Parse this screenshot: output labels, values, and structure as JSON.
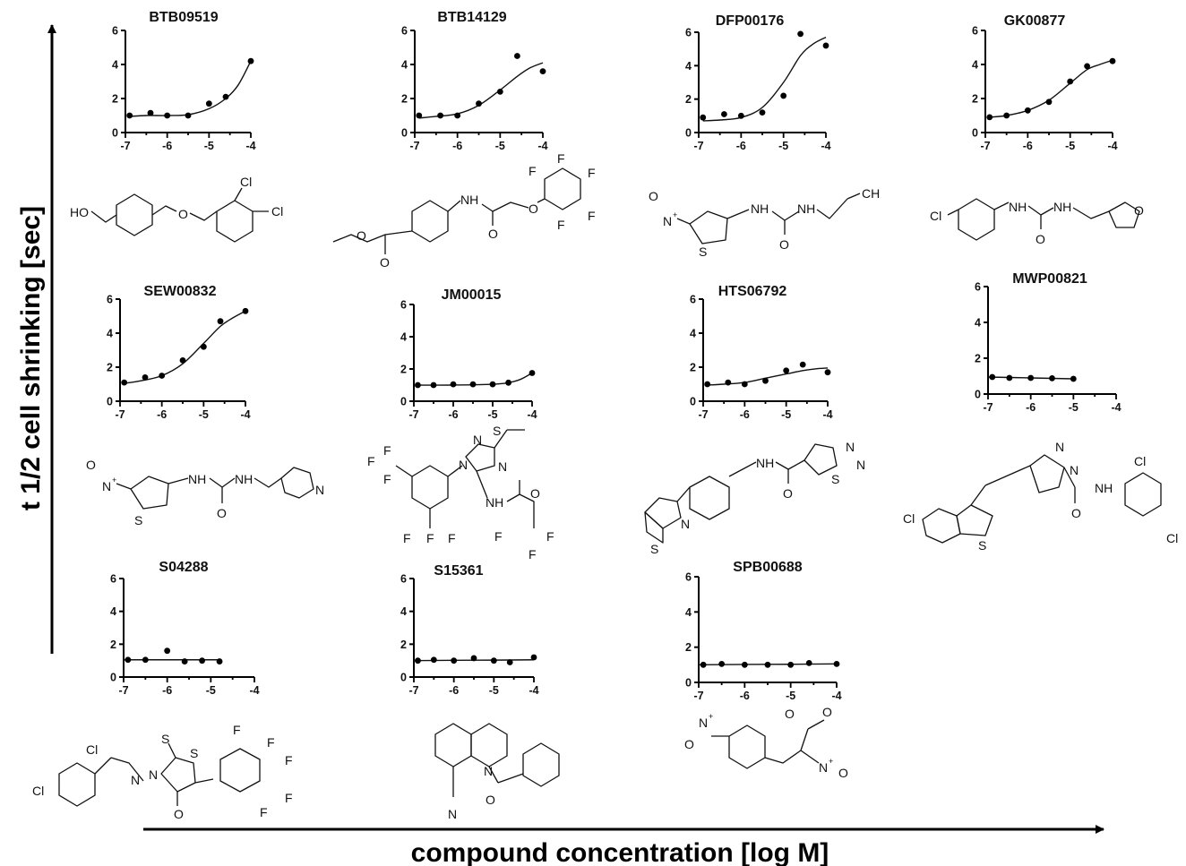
{
  "figure": {
    "ylabel": "t 1/2 cell shrinking [sec]",
    "xlabel": "compound concentration [log M]"
  },
  "chart_data": [
    {
      "type": "scatter",
      "title": "BTB09519",
      "xlim": [
        -7,
        -4
      ],
      "ylim": [
        0,
        6
      ],
      "xticks": [
        -7,
        -6,
        -5,
        -4
      ],
      "yticks": [
        0,
        2,
        4,
        6
      ],
      "x": [
        -6.9,
        -6.4,
        -6,
        -5.5,
        -5,
        -4.6,
        -4
      ],
      "y": [
        1.0,
        1.15,
        1.0,
        1.0,
        1.7,
        2.1,
        4.2
      ],
      "fit_x": [
        -6.9,
        -6.5,
        -6,
        -5.5,
        -5,
        -4.6,
        -4.3,
        -4
      ],
      "fit_y": [
        0.95,
        1.0,
        1.0,
        1.05,
        1.4,
        2.0,
        2.8,
        4.2
      ]
    },
    {
      "type": "scatter",
      "title": "BTB14129",
      "xlim": [
        -7,
        -4
      ],
      "ylim": [
        0,
        6
      ],
      "xticks": [
        -7,
        -6,
        -5,
        -4
      ],
      "yticks": [
        0,
        2,
        4,
        6
      ],
      "x": [
        -6.9,
        -6.4,
        -6,
        -5.5,
        -5,
        -4.6,
        -4
      ],
      "y": [
        1.0,
        1.0,
        1.0,
        1.7,
        2.4,
        4.5,
        3.6
      ],
      "fit_x": [
        -6.9,
        -6.5,
        -6,
        -5.5,
        -5,
        -4.6,
        -4.3,
        -4
      ],
      "fit_y": [
        0.85,
        0.95,
        1.1,
        1.6,
        2.5,
        3.3,
        3.8,
        4.1
      ]
    },
    {
      "type": "scatter",
      "title": "DFP00176",
      "xlim": [
        -7,
        -4
      ],
      "ylim": [
        0,
        6
      ],
      "xticks": [
        -7,
        -6,
        -5,
        -4
      ],
      "yticks": [
        0,
        2,
        4,
        6
      ],
      "x": [
        -6.9,
        -6.4,
        -6,
        -5.5,
        -5,
        -4.6,
        -4
      ],
      "y": [
        0.9,
        1.1,
        1.0,
        1.2,
        2.2,
        5.9,
        5.2
      ],
      "fit_x": [
        -6.9,
        -6.5,
        -6,
        -5.5,
        -5,
        -4.6,
        -4.3,
        -4
      ],
      "fit_y": [
        0.7,
        0.75,
        0.9,
        1.5,
        3.0,
        4.6,
        5.3,
        5.7
      ]
    },
    {
      "type": "scatter",
      "title": "GK00877",
      "xlim": [
        -7,
        -4
      ],
      "ylim": [
        0,
        6
      ],
      "xticks": [
        -7,
        -6,
        -5,
        -4
      ],
      "yticks": [
        0,
        2,
        4,
        6
      ],
      "x": [
        -6.9,
        -6.5,
        -6,
        -5.5,
        -5,
        -4.6,
        -4
      ],
      "y": [
        0.9,
        1.0,
        1.3,
        1.8,
        3.0,
        3.9,
        4.2
      ],
      "fit_x": [
        -6.9,
        -6.5,
        -6,
        -5.5,
        -5,
        -4.6,
        -4.3,
        -4
      ],
      "fit_y": [
        0.9,
        1.0,
        1.3,
        1.9,
        2.9,
        3.7,
        4.0,
        4.25
      ]
    },
    {
      "type": "scatter",
      "title": "SEW00832",
      "xlim": [
        -7,
        -4
      ],
      "ylim": [
        0,
        6
      ],
      "xticks": [
        -7,
        -6,
        -5,
        -4
      ],
      "yticks": [
        0,
        2,
        4,
        6
      ],
      "x": [
        -6.9,
        -6.4,
        -6,
        -5.5,
        -5,
        -4.6,
        -4
      ],
      "y": [
        1.1,
        1.4,
        1.5,
        2.4,
        3.2,
        4.7,
        5.3
      ],
      "fit_x": [
        -6.9,
        -6.5,
        -6,
        -5.5,
        -5,
        -4.6,
        -4.3,
        -4
      ],
      "fit_y": [
        1.05,
        1.2,
        1.5,
        2.2,
        3.4,
        4.4,
        4.9,
        5.3
      ]
    },
    {
      "type": "scatter",
      "title": "JM00015",
      "xlim": [
        -7,
        -4
      ],
      "ylim": [
        0,
        6
      ],
      "xticks": [
        -7,
        -6,
        -5,
        -4
      ],
      "yticks": [
        0,
        2,
        4,
        6
      ],
      "x": [
        -6.9,
        -6.5,
        -6,
        -5.5,
        -5,
        -4.6,
        -4
      ],
      "y": [
        1.0,
        1.0,
        1.05,
        1.05,
        1.05,
        1.15,
        1.75
      ],
      "fit_x": [
        -6.9,
        -6,
        -5,
        -4.6,
        -4.3,
        -4
      ],
      "fit_y": [
        1.0,
        1.0,
        1.05,
        1.15,
        1.35,
        1.75
      ]
    },
    {
      "type": "scatter",
      "title": "HTS06792",
      "xlim": [
        -7,
        -4
      ],
      "ylim": [
        0,
        6
      ],
      "xticks": [
        -7,
        -6,
        -5,
        -4
      ],
      "yticks": [
        0,
        2,
        4,
        6
      ],
      "x": [
        -6.9,
        -6.4,
        -6,
        -5.5,
        -5,
        -4.6,
        -4
      ],
      "y": [
        1.0,
        1.1,
        1.0,
        1.2,
        1.8,
        2.15,
        1.7
      ],
      "fit_x": [
        -6.9,
        -6.5,
        -6,
        -5.5,
        -5,
        -4.6,
        -4.3,
        -4
      ],
      "fit_y": [
        0.95,
        1.0,
        1.1,
        1.35,
        1.6,
        1.8,
        1.9,
        1.95
      ]
    },
    {
      "type": "scatter",
      "title": "MWP00821",
      "xlim": [
        -7,
        -4
      ],
      "ylim": [
        0,
        6
      ],
      "xticks": [
        -7,
        -6,
        -5,
        -4
      ],
      "yticks": [
        0,
        2,
        4,
        6
      ],
      "x": [
        -6.9,
        -6.5,
        -6,
        -5.5,
        -5
      ],
      "y": [
        0.95,
        0.9,
        0.9,
        0.88,
        0.85
      ],
      "fit_x": [
        -7,
        -6,
        -5
      ],
      "fit_y": [
        0.95,
        0.9,
        0.85
      ]
    },
    {
      "type": "scatter",
      "title": "S04288",
      "xlim": [
        -7,
        -4
      ],
      "ylim": [
        0,
        6
      ],
      "xticks": [
        -7,
        -6,
        -5,
        -4
      ],
      "yticks": [
        0,
        2,
        4,
        6
      ],
      "x": [
        -6.9,
        -6.5,
        -6,
        -5.6,
        -5.2,
        -4.8
      ],
      "y": [
        1.05,
        1.05,
        1.6,
        0.95,
        1.0,
        0.95
      ],
      "fit_x": [
        -7,
        -6,
        -4.8
      ],
      "fit_y": [
        1.05,
        1.05,
        1.05
      ]
    },
    {
      "type": "scatter",
      "title": "S15361",
      "xlim": [
        -7,
        -4
      ],
      "ylim": [
        0,
        6
      ],
      "xticks": [
        -7,
        -6,
        -5,
        -4
      ],
      "yticks": [
        0,
        2,
        4,
        6
      ],
      "x": [
        -6.9,
        -6.5,
        -6,
        -5.5,
        -5,
        -4.6,
        -4
      ],
      "y": [
        1.0,
        1.05,
        1.0,
        1.15,
        1.0,
        0.9,
        1.2
      ],
      "fit_x": [
        -7,
        -6,
        -5,
        -4
      ],
      "fit_y": [
        1.0,
        1.02,
        1.03,
        1.05
      ]
    },
    {
      "type": "scatter",
      "title": "SPB00688",
      "xlim": [
        -7,
        -4
      ],
      "ylim": [
        0,
        6
      ],
      "xticks": [
        -7,
        -6,
        -5,
        -4
      ],
      "yticks": [
        0,
        2,
        4,
        6
      ],
      "x": [
        -6.9,
        -6.5,
        -6,
        -5.5,
        -5,
        -4.6,
        -4
      ],
      "y": [
        1.0,
        1.05,
        1.0,
        1.0,
        1.0,
        1.1,
        1.05
      ],
      "fit_x": [
        -7,
        -6,
        -5,
        -4
      ],
      "fit_y": [
        1.0,
        1.02,
        1.03,
        1.05
      ]
    }
  ],
  "structures": {
    "s1": {
      "ho": "HO",
      "o": "O",
      "cl1": "Cl",
      "cl2": "Cl"
    },
    "s2": {
      "nh": "NH",
      "o1": "O",
      "o2": "O",
      "o3": "O",
      "o4": "O",
      "f1": "F",
      "f2": "F",
      "f3": "F",
      "f4": "F",
      "f5": "F"
    },
    "s3": {
      "om": "O",
      "np": "N",
      "plus": "+",
      "s": "S",
      "nh1": "NH",
      "nh2": "NH",
      "o": "O",
      "ch": "CH"
    },
    "s4": {
      "cl": "Cl",
      "nh1": "NH",
      "nh2": "NH",
      "o": "O",
      "of": "O"
    },
    "s5": {
      "om": "O",
      "np": "N",
      "plus": "+",
      "s": "S",
      "nh1": "NH",
      "nh2": "NH",
      "o": "O",
      "n": "N"
    },
    "s6": {
      "s": "S",
      "n1": "N",
      "n2": "N",
      "n3": "N",
      "nh": "NH",
      "o": "O",
      "cf1": "F",
      "cf2": "F",
      "cf3": "F",
      "cf4": "F",
      "cf5": "F",
      "cf6": "F",
      "cf7": "F",
      "cf8": "F",
      "cf9": "F"
    },
    "s7": {
      "nh": "NH",
      "o": "O",
      "n1": "N",
      "n2": "N",
      "s1": "S",
      "n3": "N",
      "s2": "S"
    },
    "s8": {
      "cl1": "Cl",
      "s": "S",
      "n1": "N",
      "n2": "N",
      "nh": "NH",
      "o": "O",
      "cl2": "Cl",
      "cl3": "Cl"
    },
    "s9": {
      "cl1": "Cl",
      "cl2": "Cl",
      "n1": "N",
      "n2": "N",
      "ss": "S",
      "s": "S",
      "o": "O",
      "f1": "F",
      "f2": "F",
      "f3": "F",
      "f4": "F",
      "f5": "F"
    },
    "s10": {
      "n": "N",
      "o": "O",
      "nn": "N"
    },
    "s11": {
      "om": "O",
      "np": "N",
      "plus": "+",
      "o1": "O",
      "o2": "O",
      "n2": "N",
      "plus2": "+",
      "om2": "O"
    }
  }
}
